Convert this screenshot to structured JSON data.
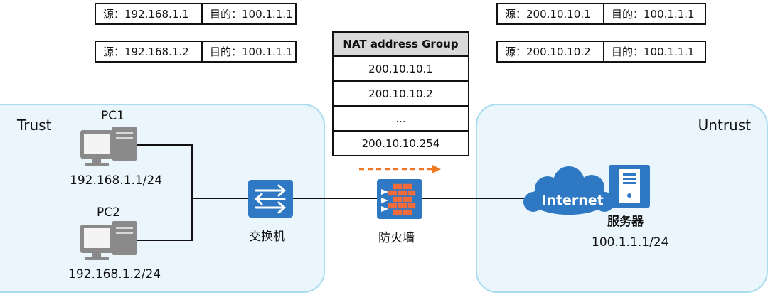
{
  "zones": {
    "trust": "Trust",
    "untrust": "Untrust"
  },
  "packets_left": [
    {
      "src": "源：192.168.1.1",
      "dst": "目的：100.1.1.1"
    },
    {
      "src": "源：192.168.1.2",
      "dst": "目的：100.1.1.1"
    }
  ],
  "packets_right": [
    {
      "src": "源：200.10.10.1",
      "dst": "目的：100.1.1.1"
    },
    {
      "src": "源：200.10.10.2",
      "dst": "目的：100.1.1.1"
    }
  ],
  "nat_table": {
    "header": "NAT address Group",
    "rows": [
      "200.10.10.1",
      "200.10.10.2",
      "...",
      "200.10.10.254"
    ]
  },
  "devices": {
    "pc1": {
      "name": "PC1",
      "ip": "192.168.1.1/24"
    },
    "pc2": {
      "name": "PC2",
      "ip": "192.168.1.2/24"
    },
    "switch": {
      "name": "交换机"
    },
    "firewall": {
      "name": "防火墙"
    },
    "internet": {
      "name": "Internet"
    },
    "server": {
      "name": "服务器",
      "ip": "100.1.1.1/24"
    }
  },
  "colors": {
    "zone_fill": "#eaf6fc",
    "zone_border": "#a8dcef",
    "device_blue": "#2f78c4",
    "pc_gray": "#8a8a8a",
    "arrow_orange": "#f07a22",
    "firewall_brick": "#f26b3a"
  }
}
